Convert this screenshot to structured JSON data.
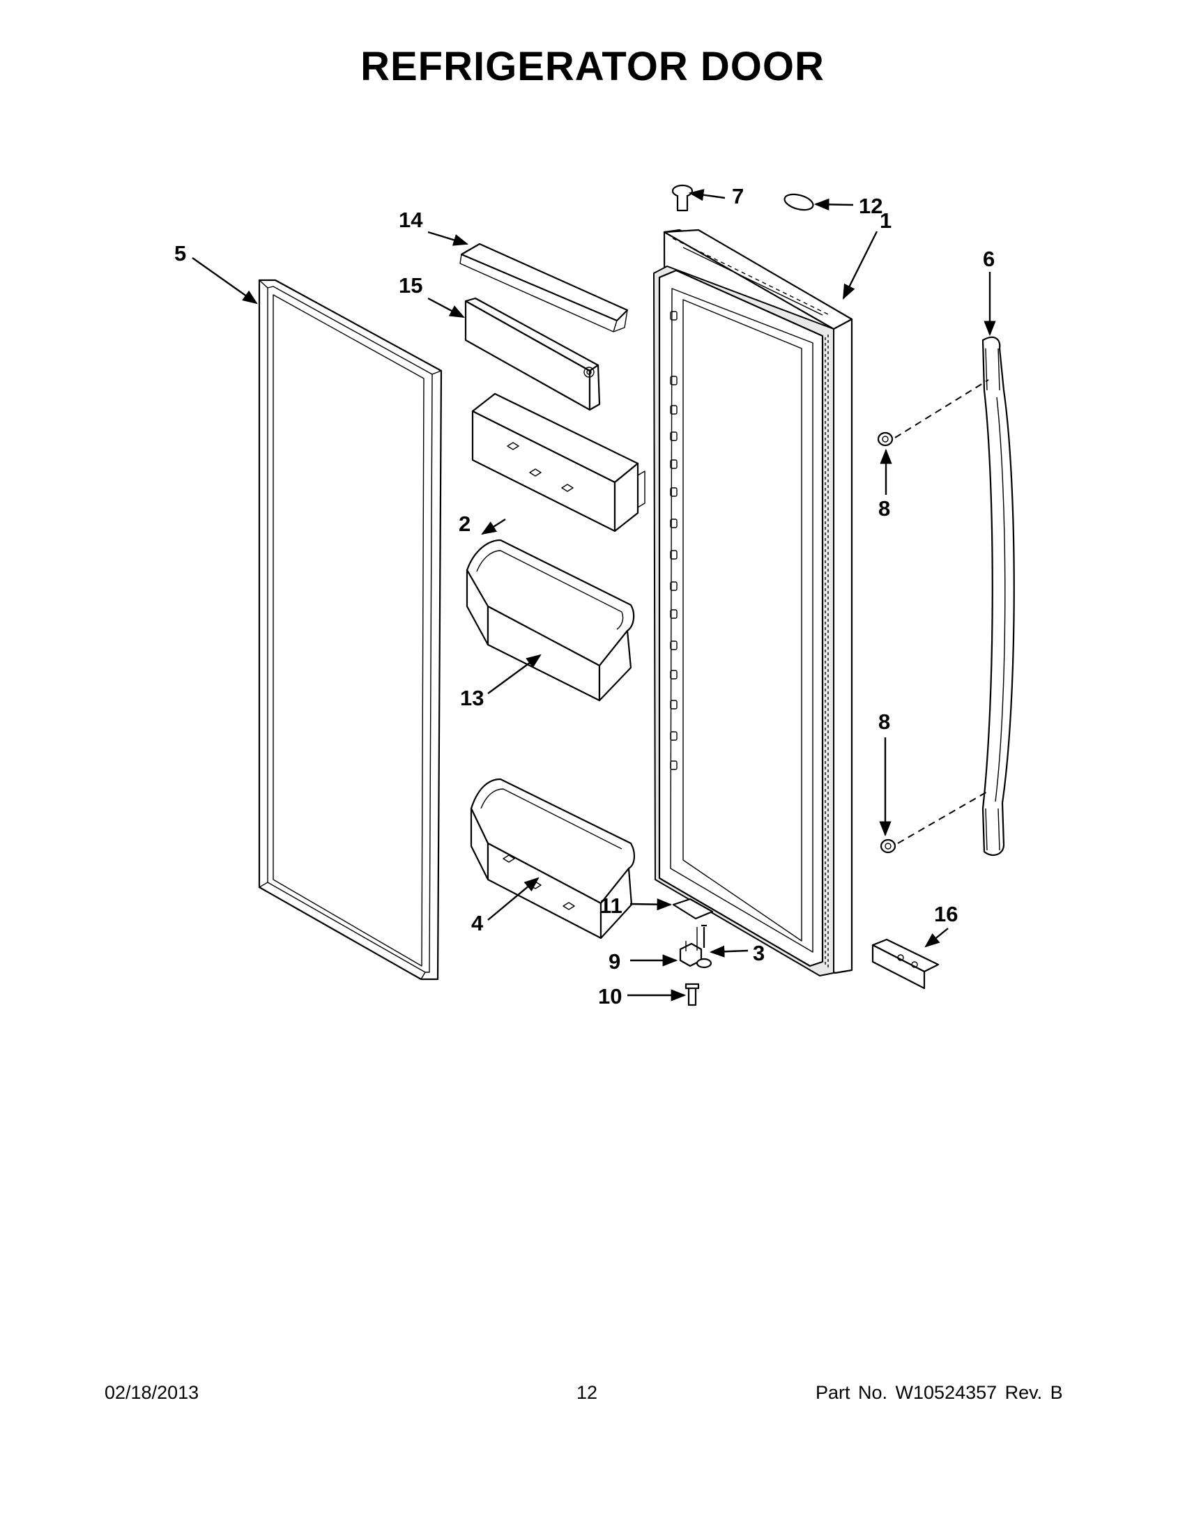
{
  "title": "REFRIGERATOR DOOR",
  "callouts": {
    "c1": "1",
    "c2": "2",
    "c3": "3",
    "c4": "4",
    "c5": "5",
    "c6": "6",
    "c7": "7",
    "c8a": "8",
    "c8b": "8",
    "c9": "9",
    "c10": "10",
    "c11": "11",
    "c12": "12",
    "c13": "13",
    "c14": "14",
    "c15": "15",
    "c16": "16"
  },
  "footer": {
    "date": "02/18/2013",
    "page": "12",
    "part": "Part No.  W10524357  Rev.  B"
  }
}
